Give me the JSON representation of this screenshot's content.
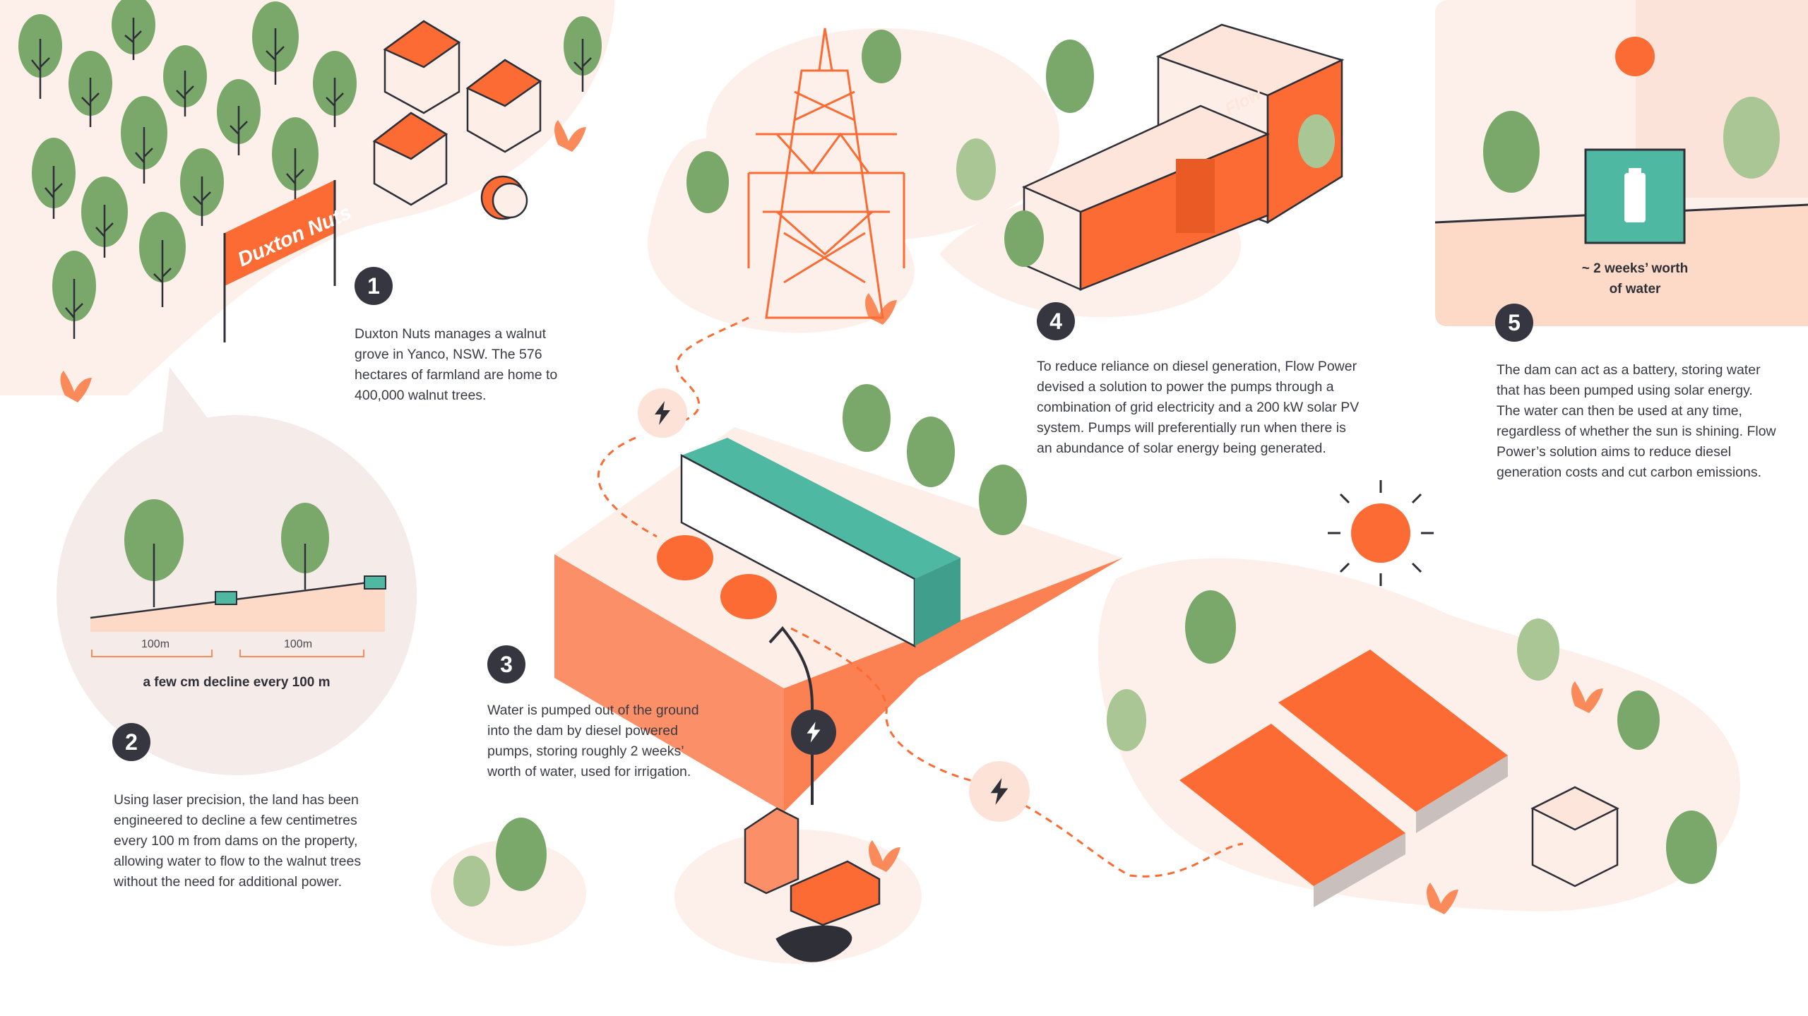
{
  "colors": {
    "orange": "#fb6b33",
    "peach": "#fde5dc",
    "peach_dark": "#f8b59a",
    "teal": "#4fb8a3",
    "teal_dark": "#3f9f8c",
    "tree_green": "#7aa86a",
    "tree_light": "#a9c694",
    "navy": "#363641"
  },
  "sign": {
    "label": "Duxton Nuts"
  },
  "building": {
    "brand": "Flow"
  },
  "steps": [
    {
      "number": "1",
      "text": "Duxton Nuts manages a walnut grove in Yanco, NSW. The 576 hectares of farmland are home to 400,000 walnut trees."
    },
    {
      "number": "2",
      "text": "Using laser precision, the land has been engineered to decline a few centimetres every 100 m from dams on the property, allowing water to flow to the walnut trees without the need for additional power."
    },
    {
      "number": "3",
      "text": "Water is pumped out of the ground into the dam by diesel powered pumps, storing roughly 2 weeks’ worth of water, used for irrigation."
    },
    {
      "number": "4",
      "text": "To reduce reliance on diesel generation, Flow Power devised a solution to power the pumps through a combination of grid electricity and a 200 kW solar PV system. Pumps will preferentially run when there is an abundance of solar energy being generated."
    },
    {
      "number": "5",
      "text": "The dam can act as a battery, storing water that has been pumped using solar energy. The water can then be used at any time, regardless of whether the sun is shining. Flow Power’s solution aims to reduce diesel generation costs and cut carbon emissions."
    }
  ],
  "slope": {
    "distance_left": "100m",
    "distance_right": "100m",
    "caption": "a few cm decline every 100 m"
  },
  "battery_panel": {
    "caption_line1": "~ 2 weeks’ worth",
    "caption_line2": "of water"
  },
  "icons": [
    "lightning-icon",
    "battery-icon",
    "sun-icon",
    "walnut-icon"
  ]
}
